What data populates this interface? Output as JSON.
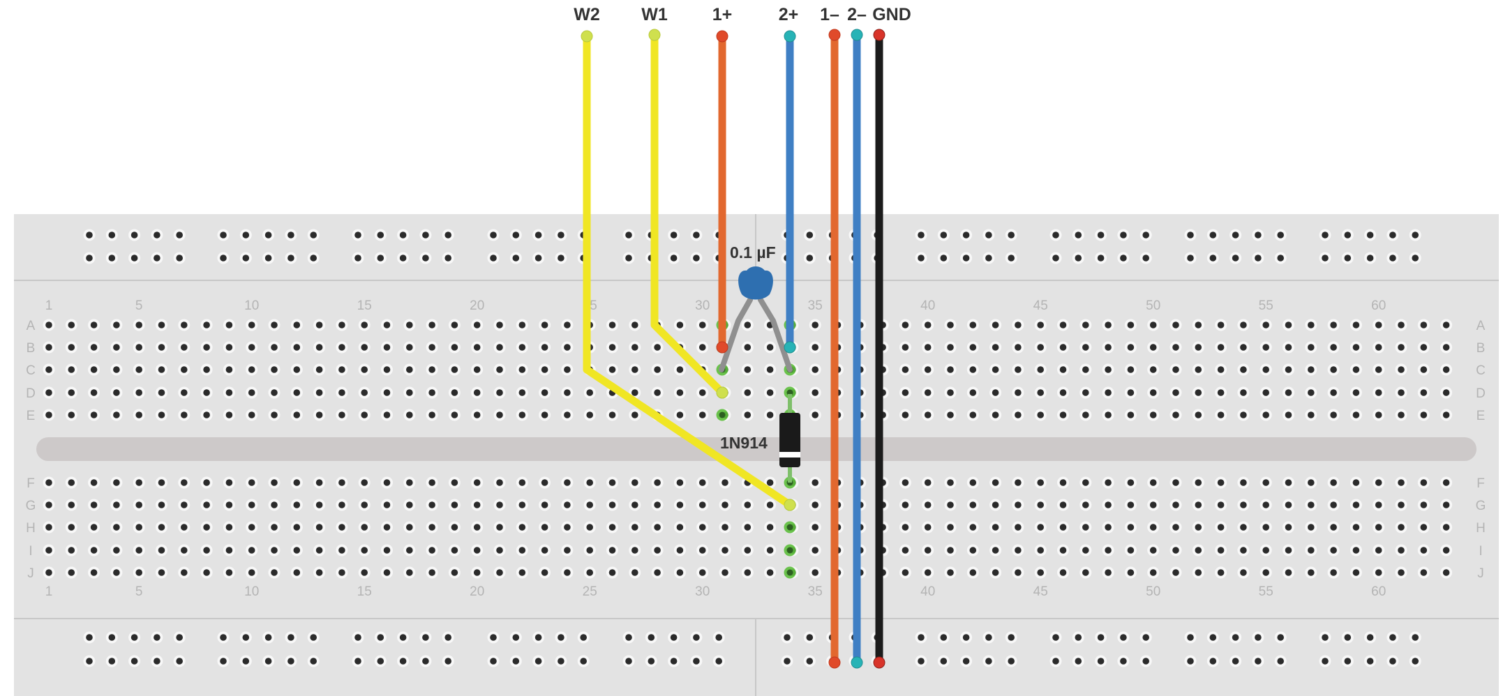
{
  "colors": {
    "board": "#e3e3e3",
    "channel": "#cdc9c9",
    "divider": "#c7c7c7",
    "hole": "#2b2b2b",
    "hole_ring": "#f8f8f8",
    "label": "#b4b4b4",
    "yellow": "#f0e624",
    "yellow_end": "#cfe04e",
    "orange": "#e2682f",
    "orange_end": "#e04a2a",
    "blue": "#3f7fc4",
    "blue_end": "#27b3b6",
    "black": "#1b1b1b",
    "black_end": "#d8342a",
    "green_hole": "#5cbe3b",
    "capacitor": "#2e6fb0",
    "diode": "#1a1a1a"
  },
  "breadboard": {
    "row_labels": [
      "A",
      "B",
      "C",
      "D",
      "E",
      "F",
      "G",
      "H",
      "I",
      "J"
    ],
    "column_labels": [
      "1",
      "5",
      "10",
      "15",
      "20",
      "25",
      "30",
      "35",
      "40",
      "45",
      "50",
      "55",
      "60"
    ]
  },
  "wires": [
    {
      "label": "W2",
      "color": "yellow"
    },
    {
      "label": "W1",
      "color": "yellow"
    },
    {
      "label": "1+",
      "color": "orange"
    },
    {
      "label": "2+",
      "color": "blue"
    },
    {
      "label": "1–",
      "color": "orange"
    },
    {
      "label": "2–",
      "color": "blue"
    },
    {
      "label": "GND",
      "color": "black"
    }
  ],
  "components": {
    "capacitor": {
      "label": "0.1 µF"
    },
    "diode": {
      "label": "1N914"
    }
  }
}
